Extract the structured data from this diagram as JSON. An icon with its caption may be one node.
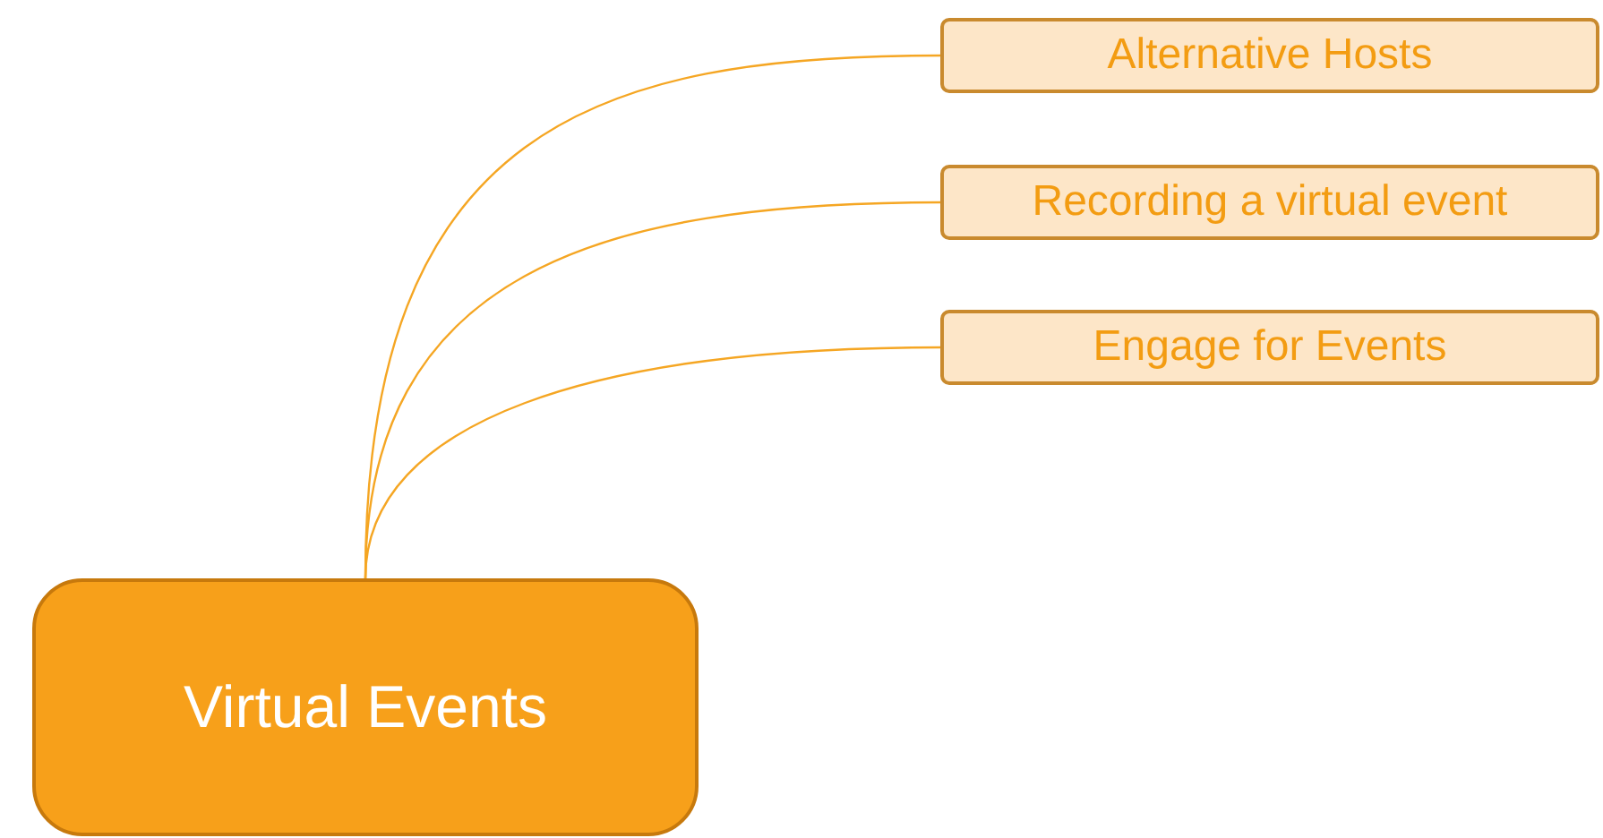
{
  "diagram": {
    "nodes": [
      {
        "text": [
          "Virtual Events"
        ]
      },
      {
        "text": [
          "Alternative Hosts"
        ]
      },
      {
        "text": [
          "Recording a virtual event"
        ]
      },
      {
        "text": [
          "Engage for Events"
        ]
      }
    ],
    "edges": [
      {
        "from": 0,
        "to": 1,
        "arrow": "none"
      },
      {
        "from": 0,
        "to": 2,
        "arrow": "none"
      },
      {
        "from": 0,
        "to": 3,
        "arrow": "none"
      }
    ]
  }
}
